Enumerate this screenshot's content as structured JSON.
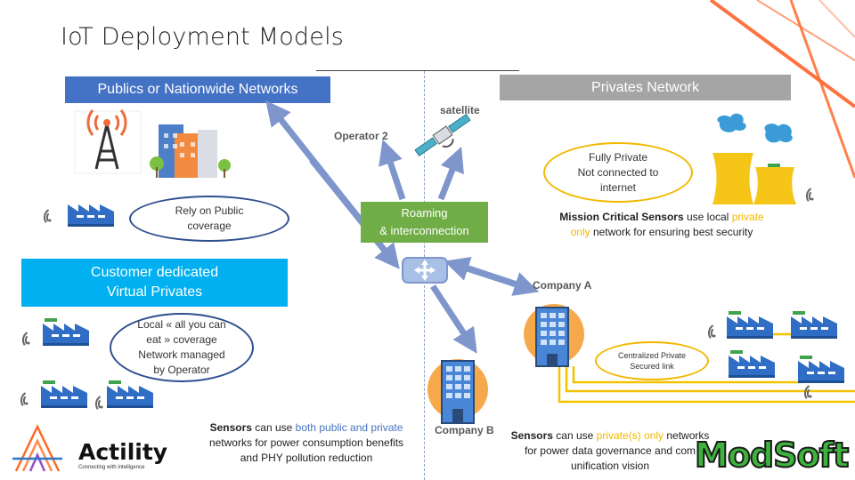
{
  "title": "IoT Deployment Models",
  "headers": {
    "public": "Publics or Nationwide Networks",
    "private": "Privates Network",
    "virtual_line1": "Customer dedicated",
    "virtual_line2": "Virtual Privates"
  },
  "ovals": {
    "public": [
      "Rely on Public",
      "coverage"
    ],
    "virtual": [
      "Local « all you can",
      "eat » coverage",
      "Network managed",
      "by Operator"
    ],
    "private": [
      "Fully Private",
      "Not connected to",
      "internet"
    ],
    "secured": [
      "Centralized Private",
      "Secured link"
    ]
  },
  "center": {
    "roaming_line1": "Roaming",
    "roaming_line2": "& interconnection",
    "operator2": "Operator 2",
    "satellite": "satellite",
    "company_a": "Company A",
    "company_b": "Company B"
  },
  "captions": {
    "mission_bold": "Mission Critical Sensors",
    "mission_1": " use local ",
    "mission_private": "private",
    "mission_only": "only",
    "mission_2": " network for ensuring best security",
    "middle_bold": "Sensors",
    "middle_1": " can use ",
    "middle_hl": "both public and private",
    "middle_line2": "networks for power consumption benefits",
    "middle_line3": "and PHY pollution reduction",
    "right_bold": "Sensors",
    "right_1": " can use ",
    "right_hl": "private(s) only",
    "right_2": " networks",
    "right_line2": "for power data governance and com",
    "right_line3": "unification vision"
  },
  "logos": {
    "actility": "Actility",
    "actility_tag": "Connecting with intelligence",
    "modsoft": "ModSoft"
  },
  "colors": {
    "arrow": "#7e96cc",
    "public_header": "#4472c4",
    "private_header": "#a5a5a5",
    "virtual_header": "#00b0f0",
    "roaming": "#70ad47",
    "highlight": "#f2b800",
    "corner_orange": "#ff5a1f"
  }
}
